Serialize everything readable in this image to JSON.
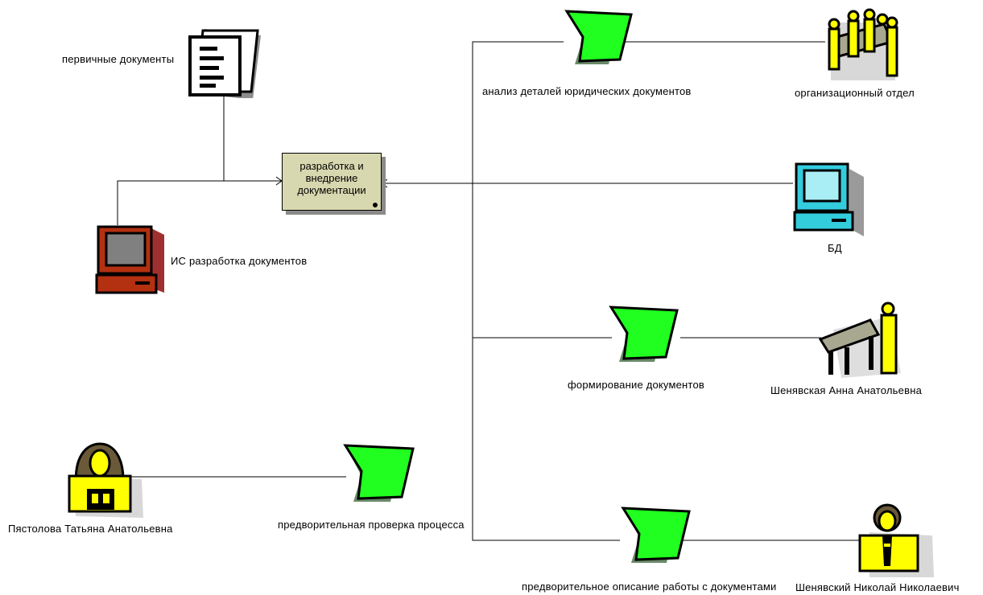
{
  "nodes": {
    "primary_docs": "первичные документы",
    "is_system": "ИС разработка документов",
    "main_function": [
      "разработка и",
      "внедрение",
      "документации"
    ],
    "analysis": "анализ деталей юридических документов",
    "org_dept": "организационный отдел",
    "db": "БД",
    "forming": "формирование  документов",
    "shenyavskaya": "Шенявская Анна Анатольевна",
    "pyastolova": "Пястолова Татьяна Анатольевна",
    "precheck": "предворительная проверка процесса",
    "predescription": "предворительное описание работы с документами",
    "shenyavsky": "Шенявский Николай Николаевич"
  },
  "icons": {
    "primary_docs": "document-icon",
    "is_system": "computer-icon",
    "db": "database-computer-icon",
    "org_dept": "group-icon",
    "shenyavskaya": "person-at-desk-icon",
    "pyastolova": "woman-icon",
    "shenyavsky": "man-icon",
    "process": "green-process-arrow-icon"
  },
  "colors": {
    "process_green": "#20ff20",
    "function_fill": "#d8d8b0",
    "person_yellow": "#ffff00",
    "computer_red": "#b33010",
    "computer_cyan": "#33ccdd"
  }
}
